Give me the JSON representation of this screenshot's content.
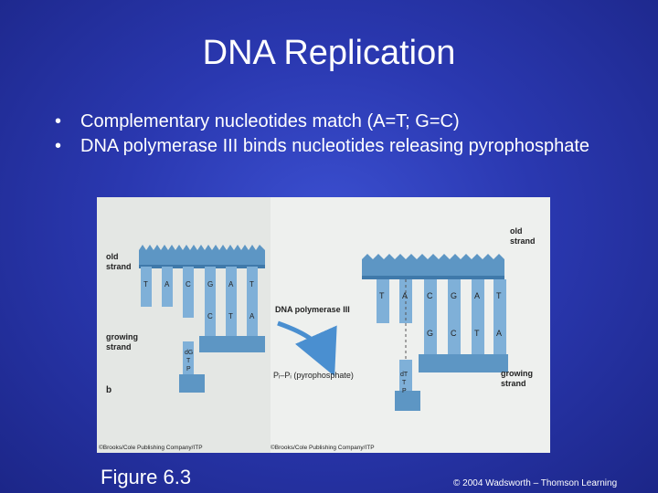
{
  "slide": {
    "title": "DNA Replication",
    "bullets": [
      {
        "symbol": "•",
        "text": "Complementary nucleotides match (A=T; G=C)"
      },
      {
        "symbol": "•",
        "text": "DNA polymerase III binds nucleotides releasing pyrophosphate"
      }
    ],
    "figure_caption": "Figure 6.3",
    "copyright": "© 2004 Wadsworth – Thomson Learning"
  },
  "figure": {
    "colors": {
      "background": "#e9ece9",
      "strand": "#5d96c4",
      "strand_dark": "#3f79aa",
      "arrow": "#4a8fd0"
    },
    "left_panel": {
      "old_strand_label": "old\nstrand",
      "growing_strand_label": "growing\nstrand",
      "panel_letter": "b",
      "old_bases": [
        "T",
        "A",
        "C",
        "G",
        "A",
        "T"
      ],
      "paired_bases": [
        "C",
        "T",
        "A"
      ],
      "incoming_label": "dG\nT\nP",
      "credit": "©Brooks/Cole Publishing Company/ITP"
    },
    "middle": {
      "enzyme_label": "DNA polymerase III",
      "released_label": "Pᵢ–Pᵢ (pyrophosphate)"
    },
    "right_panel": {
      "old_strand_label": "old\nstrand",
      "growing_strand_label": "growing\nstrand",
      "old_bases": [
        "T",
        "A",
        "C",
        "G",
        "A",
        "T"
      ],
      "paired_bases": [
        "G",
        "C",
        "T",
        "A"
      ],
      "incoming_label": "dT\nT\nP",
      "credit": "©Brooks/Cole Publishing Company/ITP"
    }
  }
}
